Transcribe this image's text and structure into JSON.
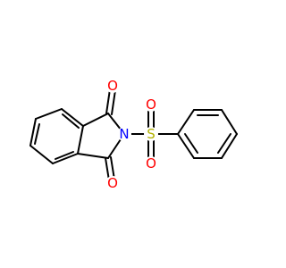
{
  "molecule": {
    "colors": {
      "bond": "#000000",
      "oxygen": "#ff0000",
      "nitrogen": "#0000ff",
      "sulfur": "#b2b200"
    },
    "atoms": {
      "o_top": "O",
      "o_bottom": "O",
      "n_imide": "N",
      "s_sulfonyl": "S",
      "o_sulfonyl_up": "O",
      "o_sulfonyl_down": "O"
    }
  }
}
